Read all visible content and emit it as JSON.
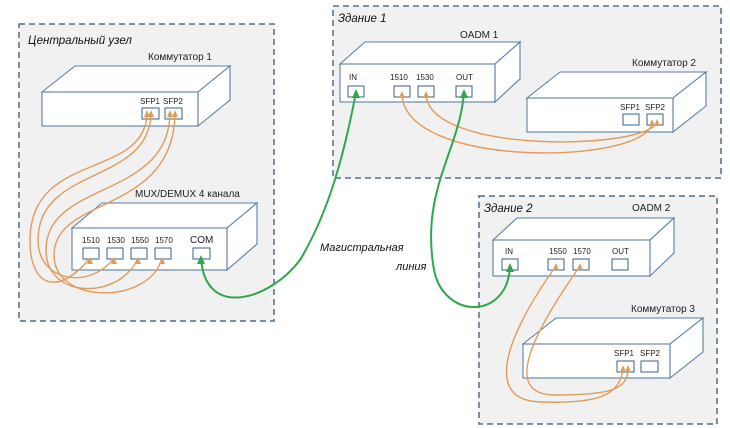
{
  "zones": {
    "central": "Центральный узел",
    "building1": "Здание 1",
    "building2": "Здание 2"
  },
  "devices": {
    "switch1": {
      "title": "Коммутатор 1",
      "ports": [
        "SFP1",
        "SFP2"
      ]
    },
    "mux": {
      "title": "MUX/DEMUX 4 канала",
      "ports": [
        "1510",
        "1530",
        "1550",
        "1570"
      ],
      "com": "COM"
    },
    "oadm1": {
      "title": "OADM 1",
      "ports": [
        "IN",
        "1510",
        "1530",
        "OUT"
      ]
    },
    "switch2": {
      "title": "Коммутатор 2",
      "ports": [
        "SFP1",
        "SFP2"
      ]
    },
    "oadm2": {
      "title": "OADM 2",
      "ports": [
        "IN",
        "1550",
        "1570",
        "OUT"
      ]
    },
    "switch3": {
      "title": "Коммутатор 3",
      "ports": [
        "SFP1",
        "SFP2"
      ]
    }
  },
  "trunk": {
    "line1": "Магистральная",
    "line2": "линия"
  },
  "colors": {
    "zone_border": "#4f6d8c",
    "device_outline": "#5b7fa6",
    "fiber_access": "#e19b5a",
    "fiber_trunk": "#2ea84d"
  }
}
